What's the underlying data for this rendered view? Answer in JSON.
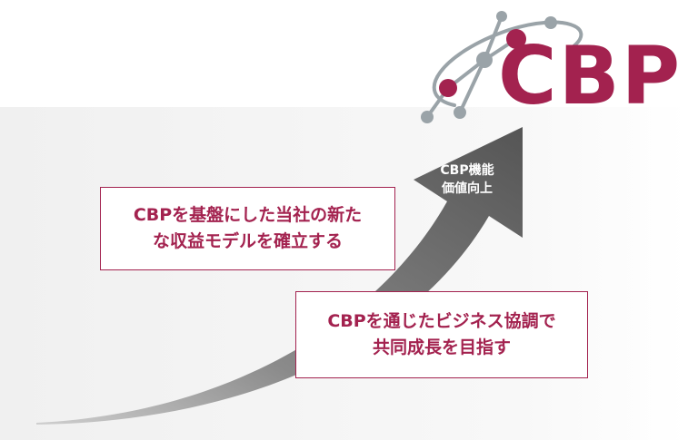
{
  "logo": {
    "text": "CBP",
    "color": "#a3224f"
  },
  "arrow": {
    "label_lines": [
      "CBP機能",
      "価値向上"
    ],
    "color": "#555555"
  },
  "callouts": [
    {
      "lines": [
        "CBPを基盤にした当社の新た",
        "な収益モデルを確立する"
      ]
    },
    {
      "lines": [
        "CBPを通じたビジネス協調で",
        "共同成長を目指す"
      ]
    }
  ],
  "colors": {
    "accent": "#a3224f",
    "node_gray": "#9aa3a8",
    "background_fade": "#f3f3f3"
  }
}
